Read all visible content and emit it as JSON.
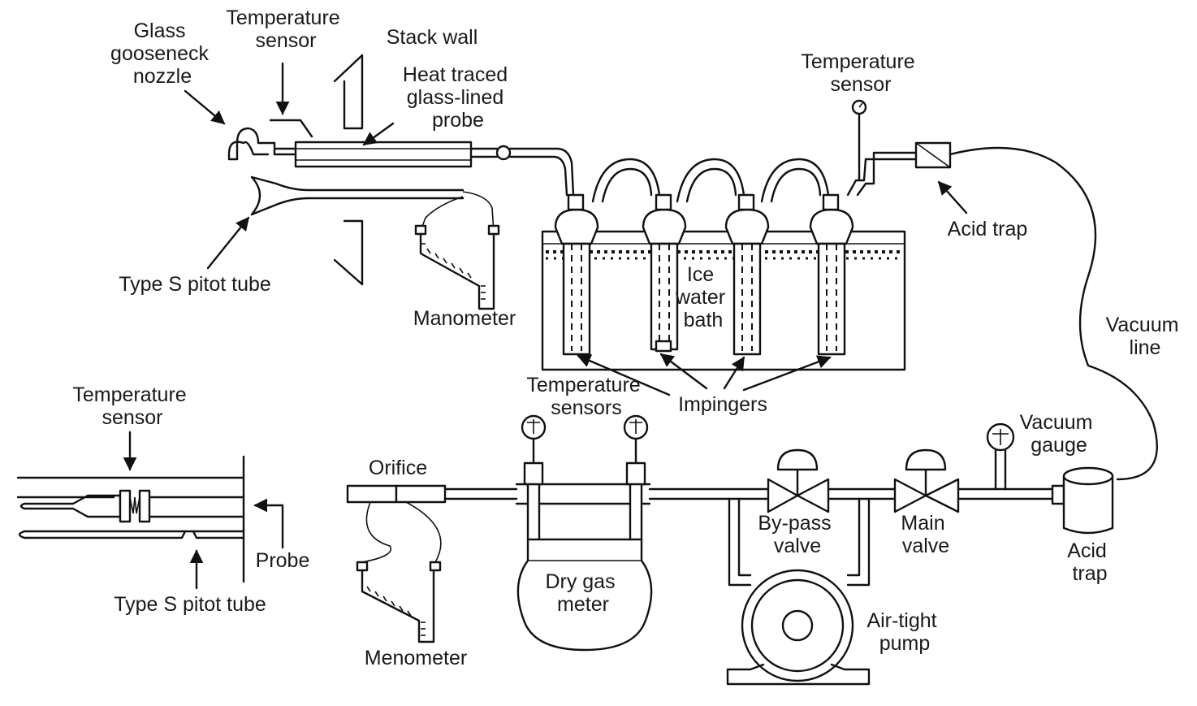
{
  "labels": {
    "glass_gooseneck_nozzle": [
      "Glass",
      "gooseneck",
      "nozzle"
    ],
    "temp_sensor_top": [
      "Temperature",
      "sensor"
    ],
    "stack_wall": "Stack wall",
    "heat_traced_probe": [
      "Heat traced",
      "glass-lined",
      "probe"
    ],
    "type_s_pitot_top": "Type S pitot tube",
    "manometer_top": "Manometer",
    "temp_sensor_right": [
      "Temperature",
      "sensor"
    ],
    "acid_trap_top": "Acid trap",
    "ice_water_bath": [
      "Ice",
      "water",
      "bath"
    ],
    "vacuum_line": [
      "Vacuum",
      "line"
    ],
    "temperature_sensors": [
      "Temperature",
      "sensors"
    ],
    "impingers": "Impingers",
    "temp_sensor_inset": [
      "Temperature",
      "sensor"
    ],
    "probe_inset": "Probe",
    "type_s_pitot_inset": "Type S pitot tube",
    "orifice": "Orifice",
    "menometer": "Menometer",
    "dry_gas_meter": [
      "Dry gas",
      "meter"
    ],
    "bypass_valve": [
      "By-pass",
      "valve"
    ],
    "main_valve": [
      "Main",
      "valve"
    ],
    "vacuum_gauge": [
      "Vacuum",
      "gauge"
    ],
    "acid_trap_bottom": [
      "Acid",
      "trap"
    ],
    "air_tight_pump": [
      "Air-tight",
      "pump"
    ]
  }
}
